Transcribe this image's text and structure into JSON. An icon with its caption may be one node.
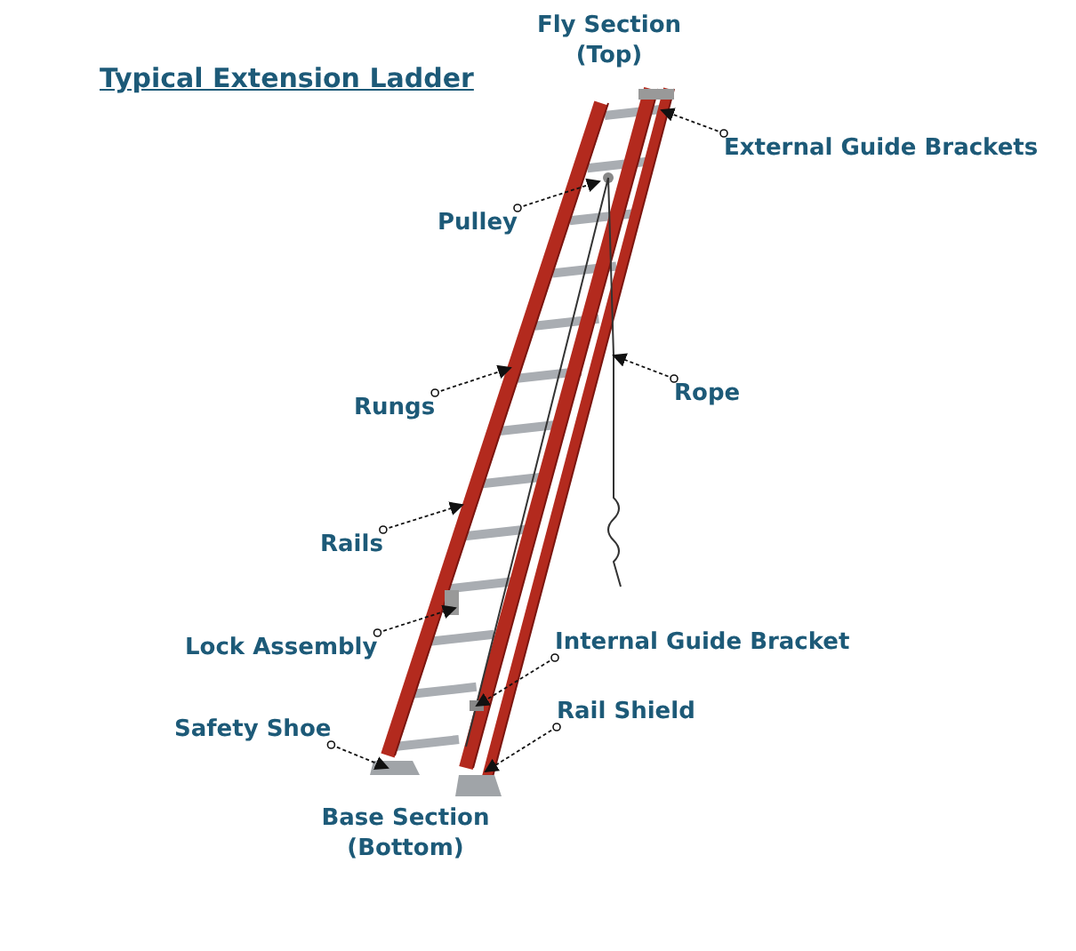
{
  "diagram": {
    "title": "Typical Extension Ladder",
    "nodes": [
      {
        "text": [
          "External Guide Brackets"
        ]
      },
      {
        "text": [
          "Pulley"
        ]
      },
      {
        "text": [
          "Rope"
        ]
      },
      {
        "text": [
          "Rungs"
        ]
      },
      {
        "text": [
          "Rails"
        ]
      },
      {
        "text": [
          "Internal Guide Bracket"
        ]
      },
      {
        "text": [
          "Lock Assembly"
        ]
      },
      {
        "text": [
          "Rail Shield"
        ]
      },
      {
        "text": [
          "Safety Shoe"
        ]
      }
    ],
    "edges": [
      {
        "from": 0,
        "to": null,
        "arrow": "to",
        "style": "dashed"
      },
      {
        "from": 1,
        "to": null,
        "arrow": "to",
        "style": "dashed"
      },
      {
        "from": 2,
        "to": null,
        "arrow": "to",
        "style": "dashed"
      },
      {
        "from": 3,
        "to": null,
        "arrow": "to",
        "style": "dashed"
      },
      {
        "from": 4,
        "to": null,
        "arrow": "to",
        "style": "dashed"
      },
      {
        "from": 5,
        "to": null,
        "arrow": "to",
        "style": "dashed"
      },
      {
        "from": 6,
        "to": null,
        "arrow": "to",
        "style": "dashed"
      },
      {
        "from": 7,
        "to": null,
        "arrow": "to",
        "style": "dashed"
      },
      {
        "from": 8,
        "to": null,
        "arrow": "to",
        "style": "dashed"
      }
    ],
    "labels": [
      "Fly Section (Top)",
      "Base Section (Bottom)"
    ]
  }
}
